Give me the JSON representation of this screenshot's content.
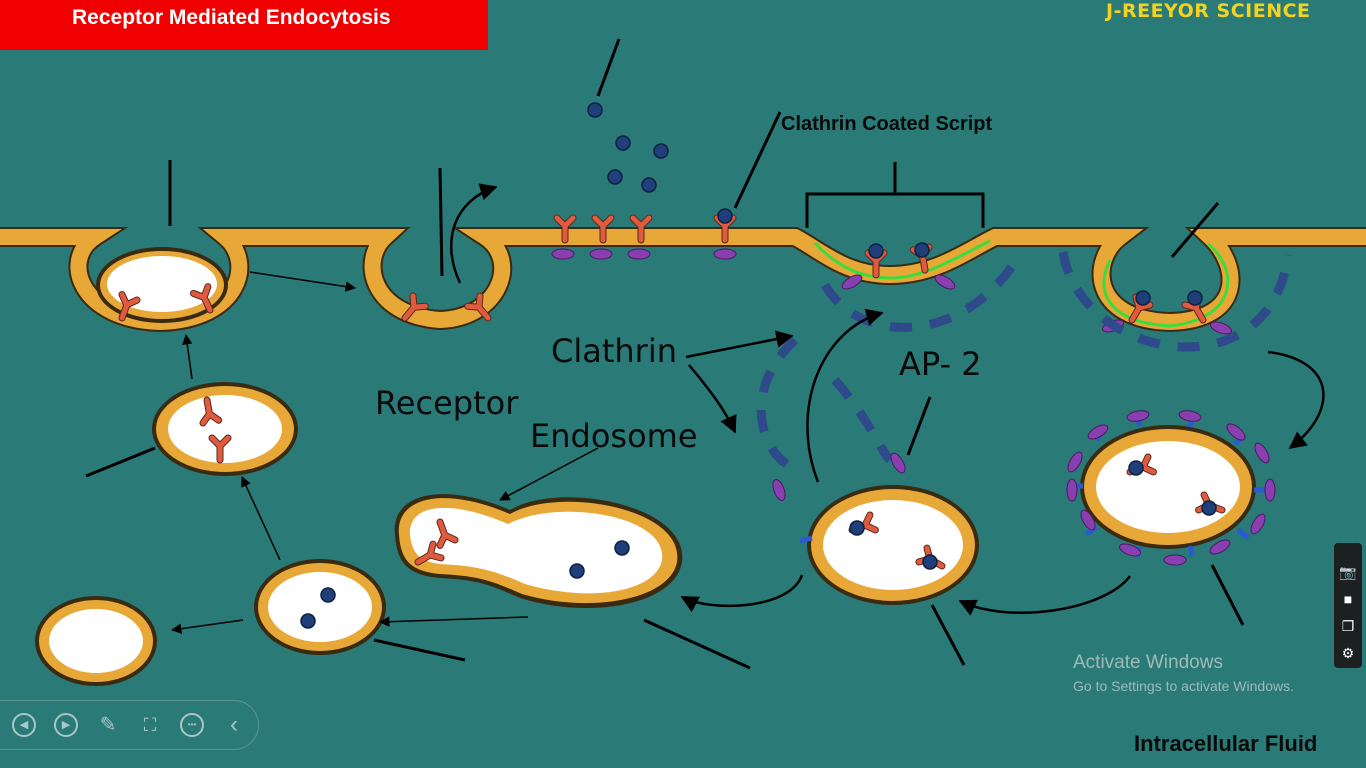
{
  "header": {
    "title": "Receptor Mediated  Endocytosis",
    "brand": "J-REEYOR SCIENCE"
  },
  "labels": {
    "clathrin_coated": "Clathrin Coated Script",
    "receptor": "Receptor",
    "clathrin": "Clathrin",
    "endosome": "Endosome",
    "ap2": "AP- 2",
    "intracellular": "Intracellular Fluid"
  },
  "watermark": {
    "line1": "Activate Windows",
    "line2": "Go to Settings to activate Windows."
  },
  "toolbar": {
    "items": [
      {
        "name": "previous-slide-icon",
        "glyph": "◀"
      },
      {
        "name": "next-slide-icon",
        "glyph": "▶"
      },
      {
        "name": "pen-icon",
        "glyph": "✎"
      },
      {
        "name": "zoom-icon",
        "glyph": "⛶"
      },
      {
        "name": "more-options-icon",
        "glyph": "•••"
      },
      {
        "name": "collapse-toolbar-icon",
        "glyph": "‹"
      }
    ]
  },
  "side_panel": {
    "items": [
      {
        "name": "camera-icon",
        "glyph": "📷"
      },
      {
        "name": "video-icon",
        "glyph": "■"
      },
      {
        "name": "copy-icon",
        "glyph": "❐"
      },
      {
        "name": "settings-icon",
        "glyph": "⚙"
      }
    ]
  },
  "colors": {
    "background": "#2a7a78",
    "membrane": "#e8a838",
    "membrane_edge": "#3a2a10",
    "receptor": "#e05a40",
    "ligand": "#1e3f7a",
    "ap2": "#8a3fb0",
    "clathrin": "#2f4a8a",
    "clathrin_coat": "#3cdc3c",
    "title_bar": "#f00000",
    "brand": "#f5d21e"
  }
}
